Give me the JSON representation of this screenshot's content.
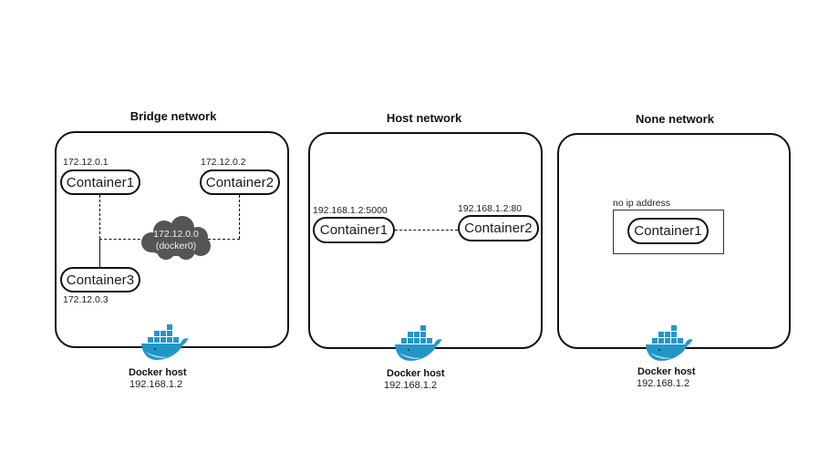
{
  "diagram": {
    "panels": [
      {
        "title": "Bridge network",
        "containers": [
          {
            "label": "Container1",
            "ip": "172.12.0.1"
          },
          {
            "label": "Container2",
            "ip": "172.12.0.2"
          },
          {
            "label": "Container3",
            "ip": "172.12.0.3"
          }
        ],
        "bridge": {
          "ip": "172.12.0.0",
          "name": "(docker0)"
        },
        "host": {
          "label": "Docker host",
          "ip": "192.168.1.2"
        }
      },
      {
        "title": "Host network",
        "containers": [
          {
            "label": "Container1",
            "ip": "192.168.1.2:5000"
          },
          {
            "label": "Container2",
            "ip": "192.168.1.2:80"
          }
        ],
        "host": {
          "label": "Docker host",
          "ip": "192.168.1.2"
        }
      },
      {
        "title": "None network",
        "containers": [
          {
            "label": "Container1",
            "ip": "no ip address"
          }
        ],
        "host": {
          "label": "Docker host",
          "ip": "192.168.1.2"
        }
      }
    ],
    "colors": {
      "whale": "#2396c8",
      "whale_light": "#7fcbe8",
      "cloud": "#555555"
    }
  }
}
